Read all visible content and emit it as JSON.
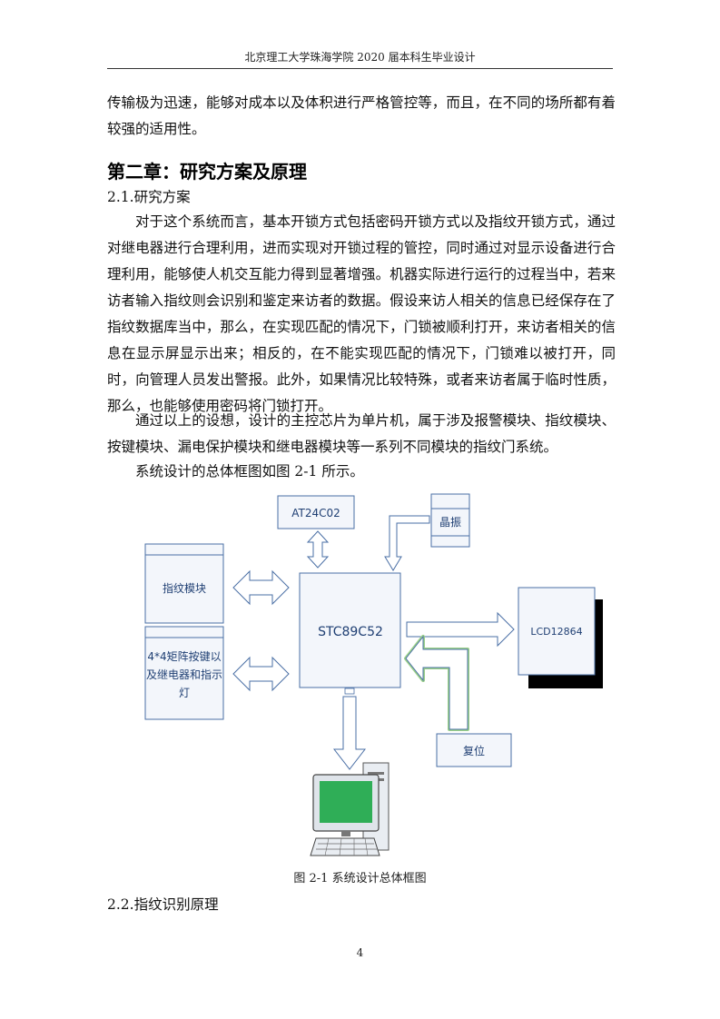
{
  "header": {
    "title": "北京理工大学珠海学院 2020 届本科生毕业设计"
  },
  "body": {
    "para_intro": "传输极为迅速，能够对成本以及体积进行严格管控等，而且，在不同的场所都有着较强的适用性。",
    "chapter_title": "第二章：研究方案及原理",
    "section_2_1": "2.1.研究方案",
    "para_2_1_a": "对于这个系统而言，基本开锁方式包括密码开锁方式以及指纹开锁方式，通过对继电器进行合理利用，进而实现对开锁过程的管控，同时通过对显示设备进行合理利用，能够使人机交互能力得到显著增强。机器实际进行运行的过程当中，若来访者输入指纹则会识别和鉴定来访者的数据。假设来访人相关的信息已经保存在了指纹数据库当中，那么，在实现匹配的情况下，门锁被顺利打开，来访者相关的信息在显示屏显示出来；相反的，在不能实现匹配的情况下，门锁难以被打开，同时，向管理人员发出警报。此外，如果情况比较特殊，或者来访者属于临时性质，那么，也能够使用密码将门锁打开。",
    "para_2_1_b": "通过以上的设想，设计的主控芯片为单片机，属于涉及报警模块、指纹模块、按键模块、漏电保护模块和继电器模块等一系列不同模块的指纹门系统。",
    "para_2_1_c": "系统设计的总体框图如图 2-1 所示。",
    "figure_caption": "图 2-1  系统设计总体框图",
    "section_2_2": "2.2.指纹识别原理"
  },
  "diagram": {
    "eeprom_label": "AT24C02",
    "crystal_label": "晶振",
    "fingerprint_label": "指纹模块",
    "keypad_label_line1": "4*4矩阵按键以",
    "keypad_label_line2": "及继电器和指示",
    "keypad_label_line3": "灯",
    "mcu_label": "STC89C52",
    "lcd_label": "LCD12864",
    "reset_label": "复位"
  },
  "footer": {
    "page_number": "4"
  },
  "colors": {
    "box_stroke": "#4a6fa5",
    "box_fill": "#f3f6fb",
    "label": "#1f3f73",
    "green_glow": "#9bd08a",
    "monitor_screen": "#2fae57"
  }
}
